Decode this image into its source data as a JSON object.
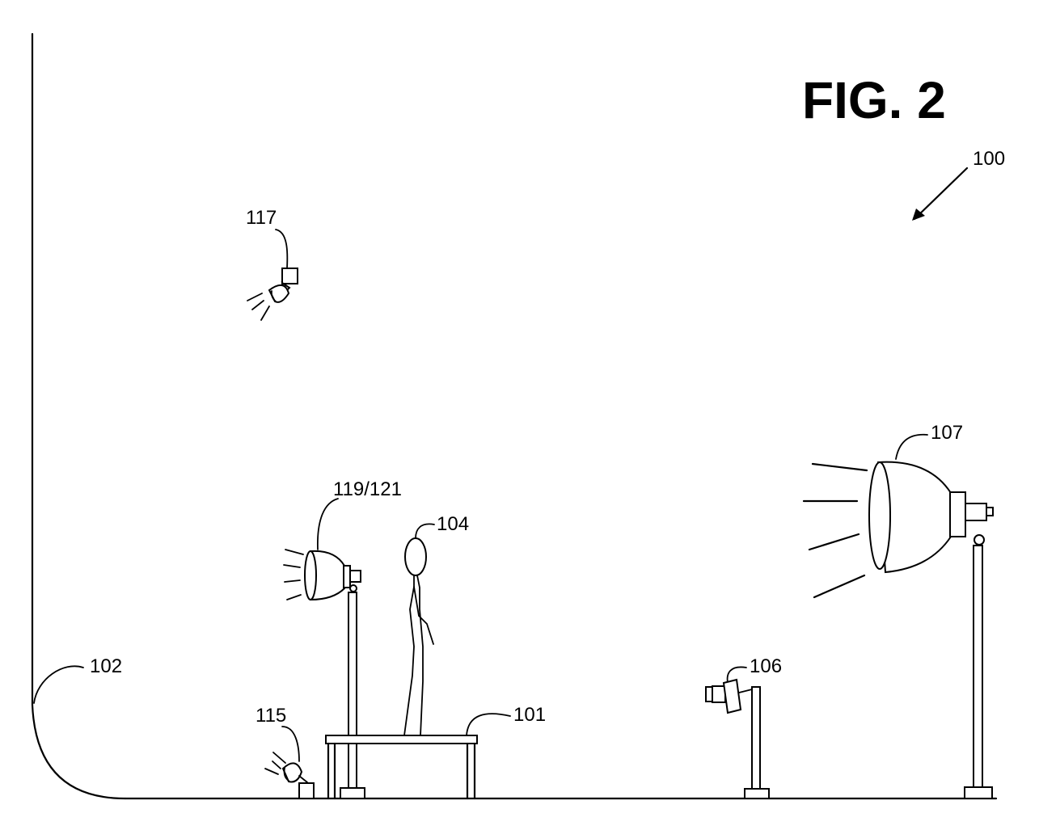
{
  "figure": {
    "title": "FIG. 2",
    "labels": {
      "system": "100",
      "platform": "101",
      "backdrop": "102",
      "subject": "104",
      "camera": "106",
      "main_light": "107",
      "floor_light": "115",
      "overhead_light": "117",
      "side_light": "119/121"
    }
  }
}
